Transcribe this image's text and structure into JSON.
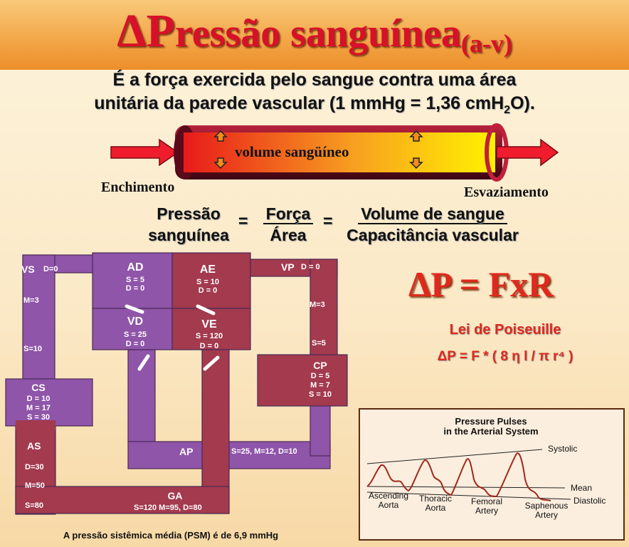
{
  "title": {
    "delta": "Δ",
    "p": "P",
    "main": "ressão sanguínea",
    "sub": "(a-v)"
  },
  "subtitle": {
    "line1": "É a força exercida pelo sangue contra uma área",
    "line2_a": "unitária da parede vascular (1 mmHg = 1,36 cmH",
    "line2_sub": "2",
    "line2_b": "O)."
  },
  "vessel": {
    "label": "volume sangüíneo",
    "left_label": "Enchimento",
    "right_label": "Esvaziamento"
  },
  "equation": {
    "lhs_top": "Pressão",
    "lhs_bottom": "sanguínea",
    "eq1": "=",
    "mid_top": "Força",
    "mid_bottom": "Área",
    "eq2": "=",
    "rhs_top": "Volume de sangue",
    "rhs_bottom": "Capacitância vascular"
  },
  "circulation": {
    "ad": {
      "name": "AD",
      "s": "S = 5",
      "d": "D = 0"
    },
    "ae": {
      "name": "AE",
      "s": "S = 10",
      "d": "D = 0"
    },
    "vd": {
      "name": "VD",
      "s": "S = 25",
      "d": "D = 0"
    },
    "ve": {
      "name": "VE",
      "s": "S = 120",
      "d": "D = 0"
    },
    "vs": {
      "name": "VS",
      "d": "D=0",
      "m": "M=3",
      "s": "S=10"
    },
    "vp": {
      "name": "VP",
      "d": "D = 0",
      "m": "M=3",
      "s": "S=5"
    },
    "cs": {
      "name": "CS",
      "d": "D = 10",
      "m": "M = 17",
      "s": "S = 30"
    },
    "cp": {
      "name": "CP",
      "d": "D = 5",
      "m": "M = 7",
      "s": "S = 10"
    },
    "as": {
      "name": "AS",
      "d": "D=30",
      "m": "M=50",
      "s": "S=80"
    },
    "ap": {
      "name": "AP",
      "values": "S=25, M=12, D=10"
    },
    "ga": {
      "name": "GA",
      "values": "S=120 M=95, D=80"
    },
    "colors": {
      "venous": "#8f55a9",
      "arterial": "#a33a4e",
      "wall": "#4a2a55"
    }
  },
  "formula": {
    "delta_p": "ΔP = FxR",
    "law": "Lei de Poiseuille",
    "poiseuille": "ΔP = F  * ( 8 η l / π r⁴ )"
  },
  "footnote": "A pressão sistêmica média (PSM) é de 6,9 mmHg",
  "pressure_pulses": {
    "title_line1": "Pressure Pulses",
    "title_line2": "in the Arterial System",
    "systolic": "Systolic",
    "mean": "Mean",
    "diastolic": "Diastolic",
    "sites": [
      {
        "line1": "Ascending",
        "line2": "Aorta"
      },
      {
        "line1": "Thoracic",
        "line2": "Aorta"
      },
      {
        "line1": "Femoral",
        "line2": "Artery"
      },
      {
        "line1": "Saphenous",
        "line2": "Artery"
      }
    ]
  }
}
